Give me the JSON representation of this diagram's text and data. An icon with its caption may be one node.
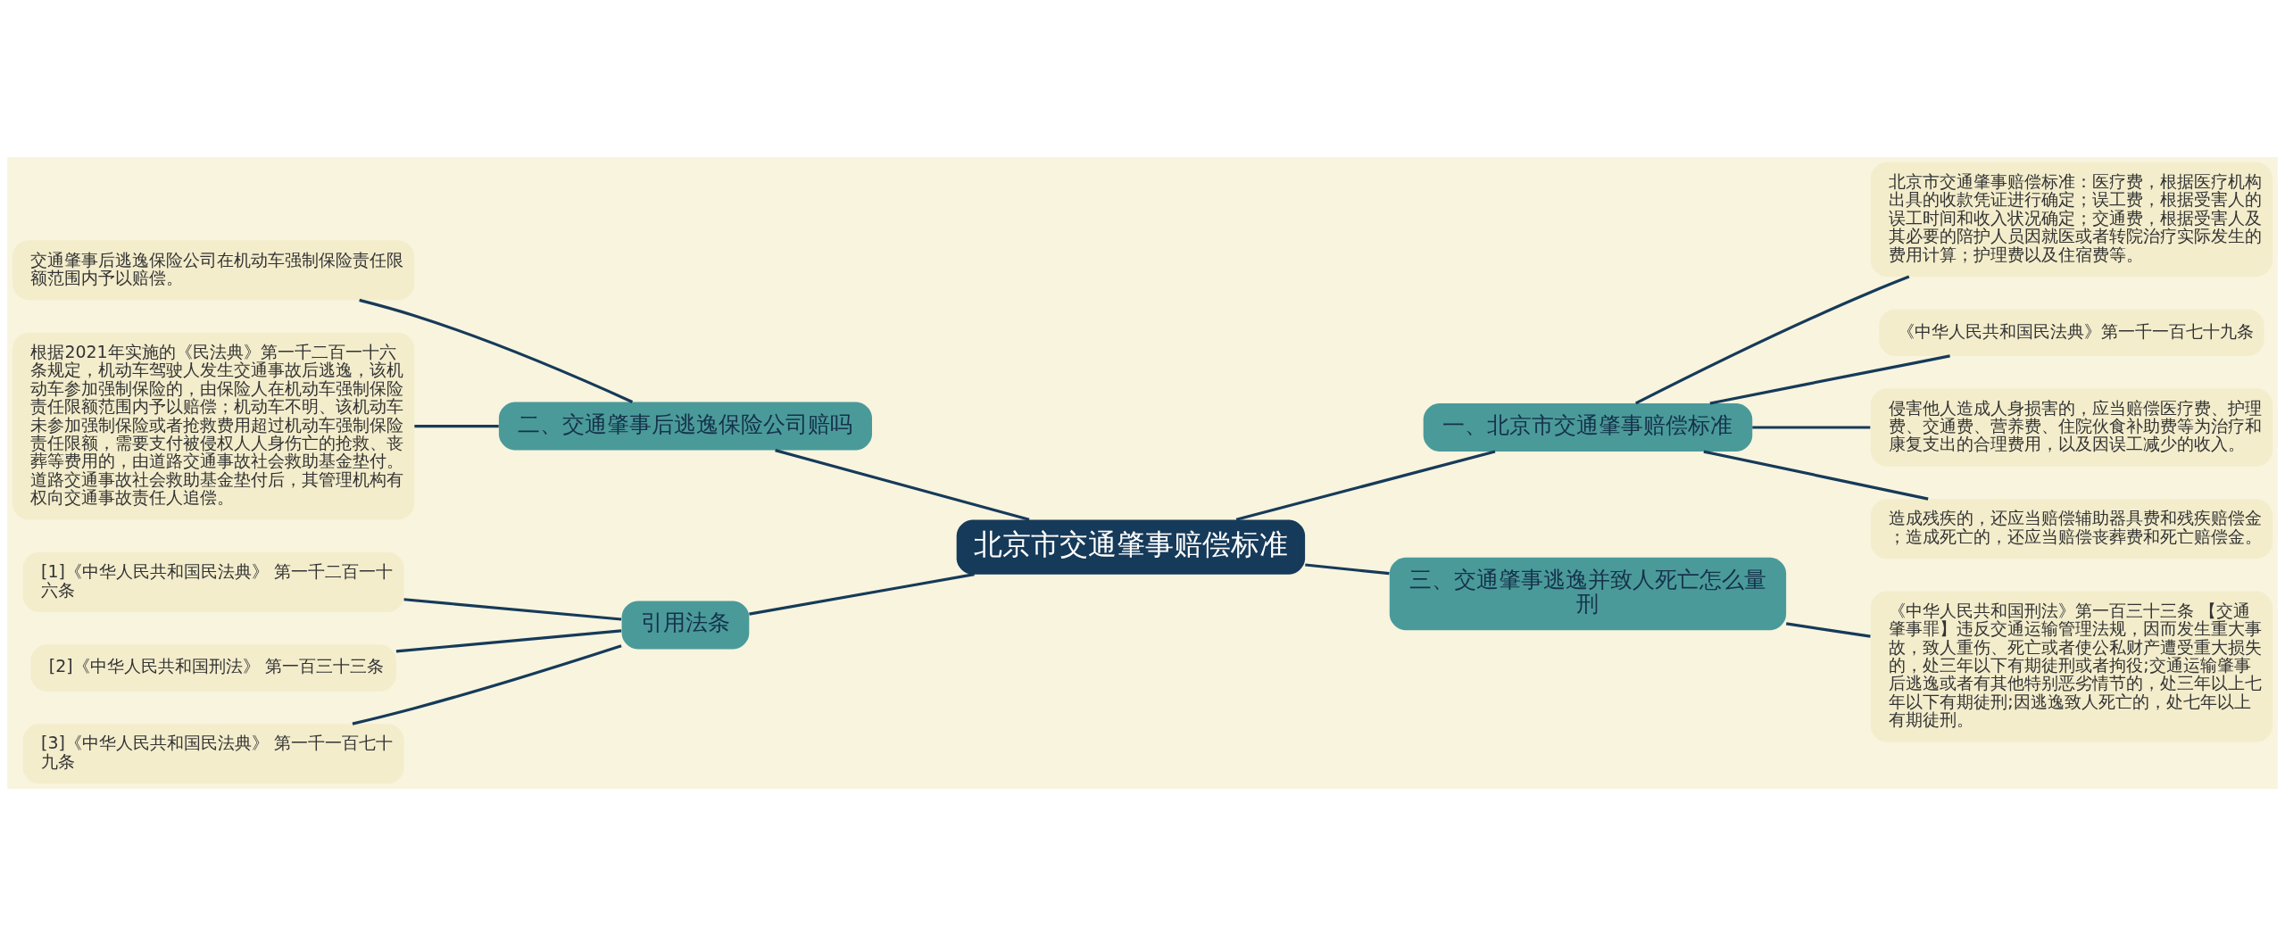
{
  "diagram": {
    "nodes": [
      {
        "text": [
          "北京市交通肇事赔偿标准"
        ]
      },
      {
        "text": [
          "一、北京市交通肇事赔偿标准"
        ]
      },
      {
        "text": [
          "北京市交通肇事赔偿标准：医疗费，根据医疗机构出具的收款凭证进行确定；误工费，根据受害人的误工时间和收入状况确定；交通费，根据受害人及其必要的陪护人员因就医或者转院治疗实际发生的费用计算；护理费以及住宿费等。"
        ]
      },
      {
        "text": [
          "《中华人民共和国民法典》第一千一百七十九条"
        ]
      },
      {
        "text": [
          "侵害他人造成人身损害的，应当赔偿医疗费、护理费、交通费、营养费、住院伙食补助费等为治疗和康复支出的合理费用，以及因误工减少的收入。"
        ]
      },
      {
        "text": [
          "造成残疾的，还应当赔偿辅助器具费和残疾赔偿金；造成死亡的，还应当赔偿丧葬费和死亡赔偿金。"
        ]
      },
      {
        "text": [
          "二、交通肇事后逃逸保险公司赔吗"
        ]
      },
      {
        "text": [
          "交通肇事后逃逸保险公司在机动车强制保险责任限额范围内予以赔偿。"
        ]
      },
      {
        "text": [
          "根据2021年实施的《民法典》第一千二百一十六条规定，机动车驾驶人发生交通事故后逃逸，该机动车参加强制保险的，由保险人在机动车强制保险责任限额范围内予以赔偿；机动车不明、该机动车未参加强制保险或者抢救费用超过机动车强制保险责任限额，需要支付被侵权人人身伤亡的抢救、丧葬等费用的，由道路交通事故社会救助基金垫付。道路交通事故社会救助基金垫付后，其管理机构有权向交通事故责任人追偿。"
        ]
      },
      {
        "text": [
          "三、交通肇事逃逸并致人死亡怎么量刑"
        ]
      },
      {
        "text": [
          "《中华人民共和国刑法》第一百三十三条 【交通肇事罪】违反交通运输管理法规，因而发生重大事故，致人重伤、死亡或者使公私财产遭受重大损失的，处三年以下有期徒刑或者拘役;交通运输肇事后逃逸或者有其他特别恶劣情节的，处三年以上七年以下有期徒刑;因逃逸致人死亡的，处七年以上有期徒刑。"
        ]
      },
      {
        "text": [
          "引用法条"
        ]
      },
      {
        "text": [
          "[1]《中华人民共和国民法典》 第一千二百一十六条"
        ]
      },
      {
        "text": [
          "[2]《中华人民共和国刑法》 第一百三十三条"
        ]
      },
      {
        "text": [
          "[3]《中华人民共和国民法典》 第一千一百七十九条"
        ]
      }
    ],
    "edges": [
      {
        "from": 0,
        "to": 1,
        "arrow": "none"
      },
      {
        "from": 1,
        "to": 2,
        "arrow": "none"
      },
      {
        "from": 1,
        "to": 3,
        "arrow": "none"
      },
      {
        "from": 1,
        "to": 4,
        "arrow": "none"
      },
      {
        "from": 1,
        "to": 5,
        "arrow": "none"
      },
      {
        "from": 0,
        "to": 6,
        "arrow": "none"
      },
      {
        "from": 6,
        "to": 7,
        "arrow": "none"
      },
      {
        "from": 6,
        "to": 8,
        "arrow": "none"
      },
      {
        "from": 0,
        "to": 9,
        "arrow": "none"
      },
      {
        "from": 9,
        "to": 10,
        "arrow": "none"
      },
      {
        "from": 0,
        "to": 11,
        "arrow": "none"
      },
      {
        "from": 11,
        "to": 12,
        "arrow": "none"
      },
      {
        "from": 11,
        "to": 13,
        "arrow": "none"
      },
      {
        "from": 11,
        "to": 14,
        "arrow": "none"
      }
    ]
  }
}
